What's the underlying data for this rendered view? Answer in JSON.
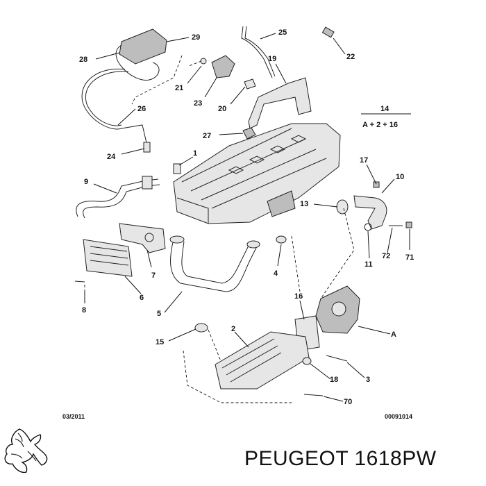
{
  "diagram": {
    "callouts": {
      "p29": "29",
      "p25": "25",
      "p28": "28",
      "p22": "22",
      "p19": "19",
      "p21": "21",
      "p23": "23",
      "p20": "20",
      "p26": "26",
      "p14": "14",
      "p14_formula": "A + 2 + 16",
      "p27": "27",
      "p24": "24",
      "p1": "1",
      "p9": "9",
      "p17": "17",
      "p10": "10",
      "p13": "13",
      "p7": "7",
      "p4": "4",
      "p72": "72",
      "p71": "71",
      "p11": "11",
      "p8": "8",
      "p6": "6",
      "p5": "5",
      "p16": "16",
      "pA": "A",
      "p2": "2",
      "p15": "15",
      "p18": "18",
      "p3": "3",
      "p70": "70"
    },
    "date_code": "03/2011",
    "drawing_ref": "00091014"
  },
  "brand": {
    "logo": "peugeot-lion-logo",
    "caption": "PEUGEOT 1618PW"
  }
}
